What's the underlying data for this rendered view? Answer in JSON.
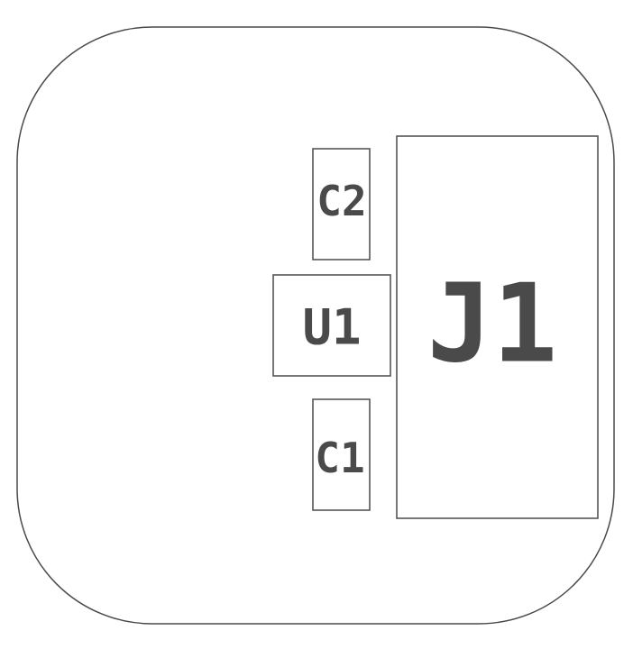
{
  "board": {
    "outline_color": "#4a4a4a",
    "background": "#ffffff"
  },
  "components": {
    "c2": {
      "designator": "C2"
    },
    "u1": {
      "designator": "U1"
    },
    "c1": {
      "designator": "C1"
    },
    "j1": {
      "designator": "J1"
    }
  }
}
